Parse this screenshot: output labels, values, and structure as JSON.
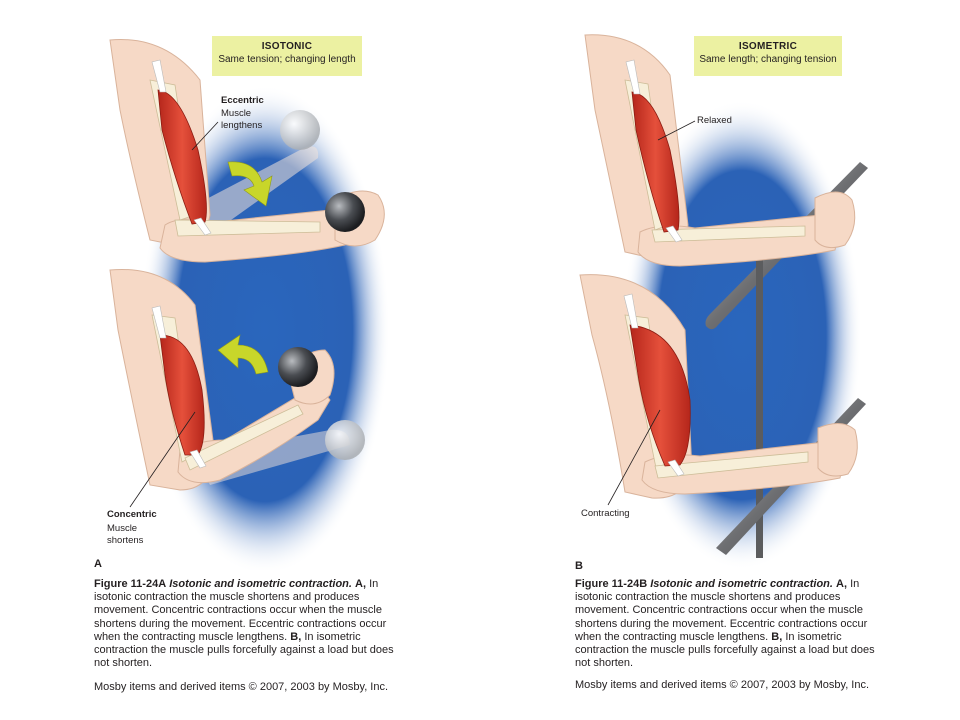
{
  "panel_a": {
    "title": "ISOTONIC",
    "subtitle": "Same tension; changing length",
    "eccentric_label": "Eccentric",
    "eccentric_sub_line1": "Muscle",
    "eccentric_sub_line2": "lengthens",
    "concentric_label": "Concentric",
    "concentric_sub_line1": "Muscle",
    "concentric_sub_line2": "shortens",
    "letter": "A",
    "caption": {
      "fig": "Figure 11-24A",
      "italic_title": "Isotonic and isometric contraction.",
      "sec_a": "A,",
      "part1": "In isotonic contraction the muscle shortens and produces movement. Concentric contractions occur when the muscle shortens during the movement. Eccentric contractions occur when the contracting muscle lengthens.",
      "sec_b": "B,",
      "part2": "In isometric contraction the muscle pulls forcefully against a load but does not shorten."
    },
    "credit": "Mosby items and derived items © 2007, 2003 by Mosby, Inc."
  },
  "panel_b": {
    "title": "ISOMETRIC",
    "subtitle": "Same length; changing tension",
    "relaxed_label": "Relaxed",
    "contracting_label": "Contracting",
    "letter": "B",
    "caption": {
      "fig": "Figure 11-24B",
      "italic_title": "Isotonic and isometric contraction.",
      "sec_a": "A,",
      "part1": "In isotonic contraction the muscle shortens and produces movement. Concentric contractions occur when the muscle shortens during the movement. Eccentric contractions occur when the contracting muscle lengthens.",
      "sec_b": "B,",
      "part2": "In isometric contraction the muscle pulls forcefully against a load but does not shorten."
    },
    "credit": "Mosby items and derived items © 2007, 2003 by Mosby, Inc."
  },
  "colors": {
    "background_glow": "#1f5ab0",
    "skin": "#f6d9c6",
    "muscle": "#d63a2a",
    "title_box": "#ecf1a2",
    "arrow": "#c8d62a",
    "ball": "#4a4d52",
    "bar": "#6d6e71"
  },
  "icons": [
    "isotonic-eccentric-arm",
    "isotonic-concentric-arm",
    "isometric-relaxed-arm",
    "isometric-contracting-arm",
    "ball-icon",
    "curved-arrow-icon",
    "metal-bar-icon"
  ]
}
